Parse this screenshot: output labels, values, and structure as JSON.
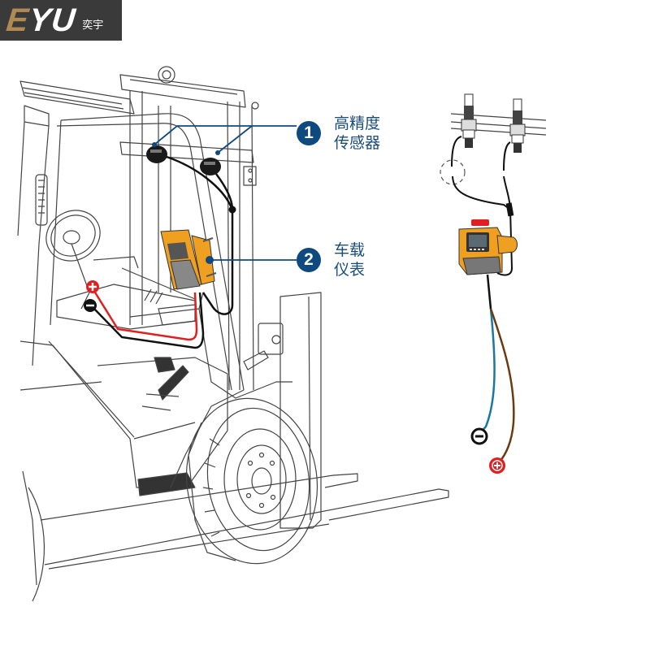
{
  "brand": {
    "logo_letters_e": "E",
    "logo_letters_yu": "YU",
    "logo_cn": "奕宇",
    "colors": {
      "logo_bg": "#3a3a3a",
      "logo_gold": "#b08a53"
    }
  },
  "callouts": [
    {
      "number": "1",
      "line1": "高精度",
      "line2": "传感器"
    },
    {
      "number": "2",
      "line1": "车载",
      "line2": "仪表"
    }
  ],
  "terminals": {
    "positive_symbol": "+",
    "negative_symbol": "−"
  },
  "colors": {
    "callout_blue": "#0e4a80",
    "device_orange": "#f0a020",
    "positive_red": "#e02020",
    "negative_black": "#111111",
    "wire_blue": "#1a78a0",
    "wire_brown": "#6b3a10"
  }
}
